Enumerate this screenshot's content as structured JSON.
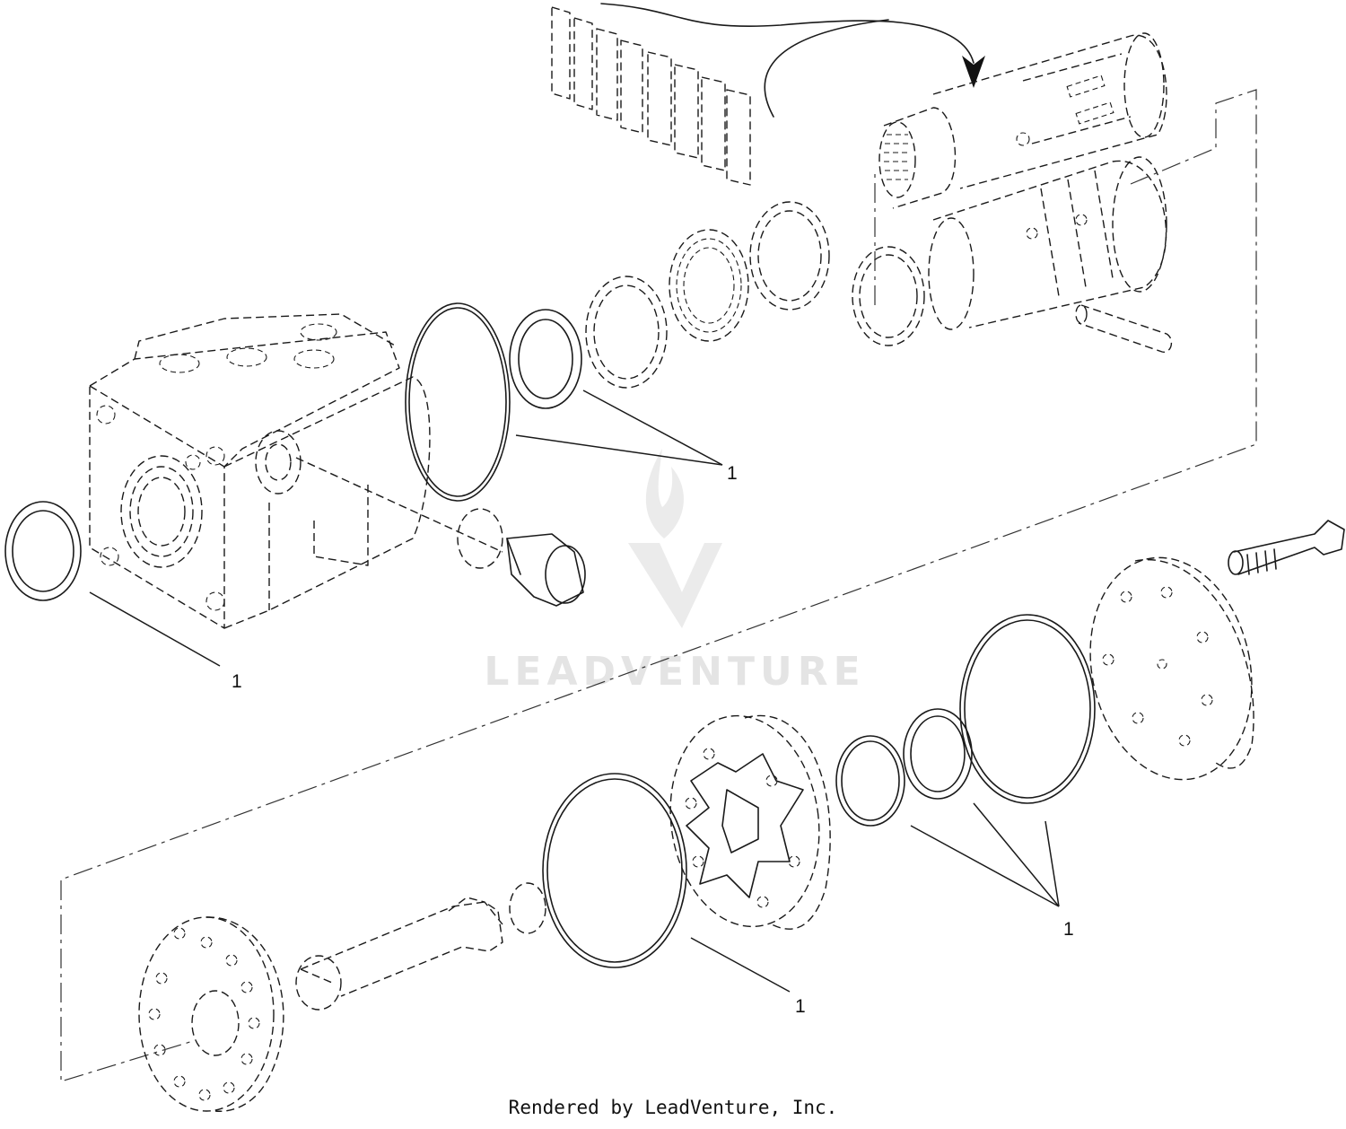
{
  "diagram": {
    "callouts": [
      {
        "id": "ref-1-orings-upper",
        "text": "1"
      },
      {
        "id": "ref-1-seal-left",
        "text": "1"
      },
      {
        "id": "ref-1-seals-lower-right",
        "text": "1"
      },
      {
        "id": "ref-1-oring-lower",
        "text": "1"
      }
    ],
    "watermark": "LEADVENTURE",
    "footer": "Rendered by LeadVenture, Inc."
  }
}
